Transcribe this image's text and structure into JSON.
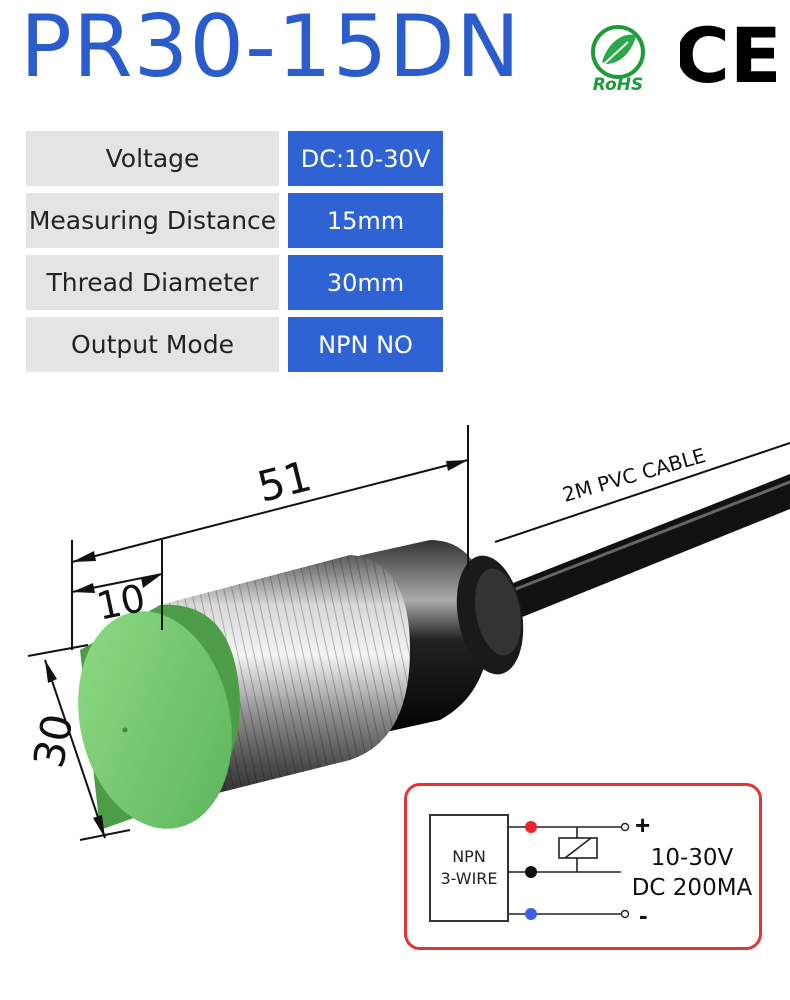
{
  "title": "PR30-15DN",
  "certifications": {
    "rohs_text": "RoHS",
    "ce_text": "CE"
  },
  "specs": [
    {
      "label": "Voltage",
      "value": "DC:10-30V"
    },
    {
      "label": "Measuring Distance",
      "value": "15mm"
    },
    {
      "label": "Thread Diameter",
      "value": "30mm"
    },
    {
      "label": "Output Mode",
      "value": "NPN NO"
    }
  ],
  "dimensions": {
    "length": "51",
    "head": "10",
    "diameter": "30",
    "cable": "2M PVC CABLE"
  },
  "wiring": {
    "type_line1": "NPN",
    "type_line2": "3-WIRE",
    "plus": "+",
    "minus": "-",
    "voltage": "10-30V",
    "current": "DC 200MA",
    "wire_colors": {
      "brown": "#e8252a",
      "black": "#111111",
      "blue": "#3f5fe6"
    }
  },
  "colors": {
    "title": "#2a5ccc",
    "value_bg": "#2f63d4",
    "label_bg": "#e4e4e4",
    "sensor_face": "#7ccf74",
    "frame": "#e23434"
  }
}
